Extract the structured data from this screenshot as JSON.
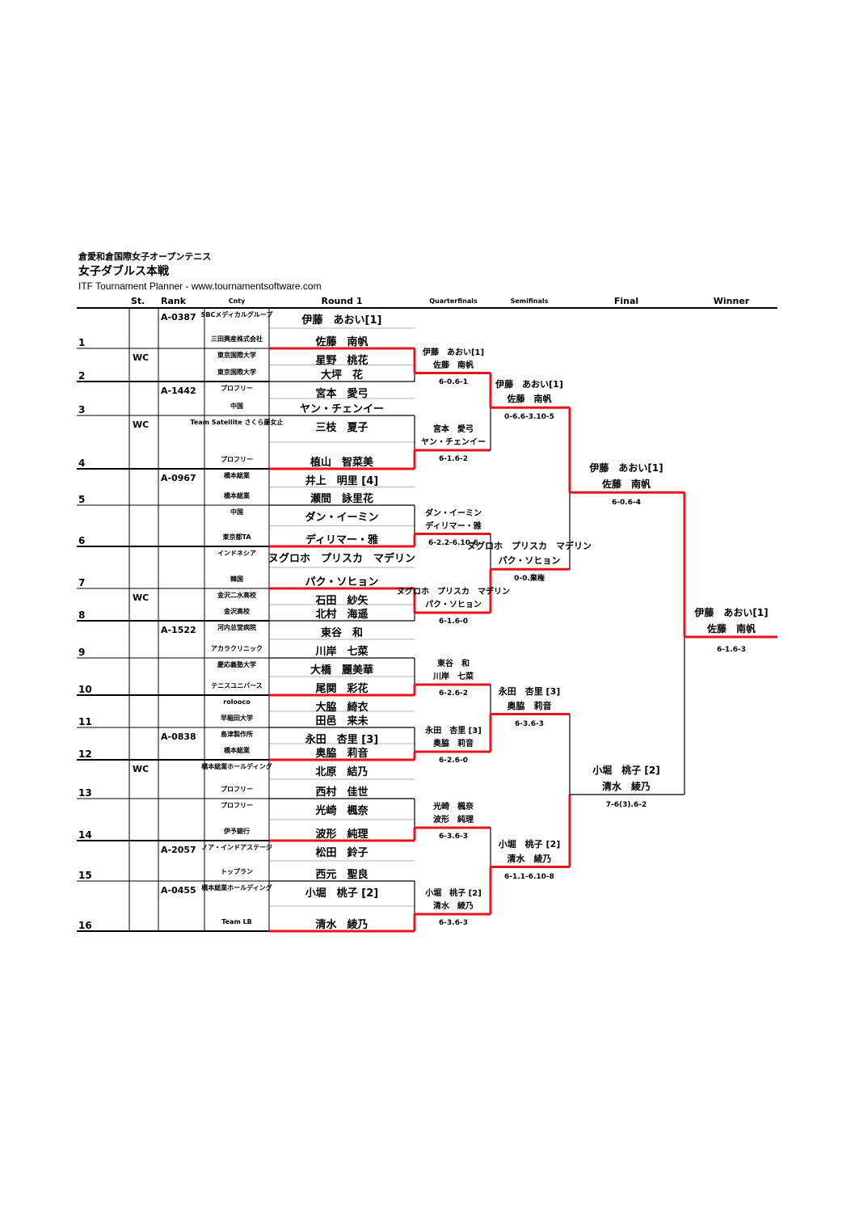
{
  "title_line1": "倉愛和倉国際女子オープンテニス",
  "title_line2": "女子ダブルス本戦",
  "title_line3": "ITF Tournament Planner - www.tournamentsoftware.com",
  "headers": {
    "st": "St.",
    "rank": "Rank",
    "cnty": "Cnty",
    "round1": "Round 1",
    "qf": "Quarterfinals",
    "sf": "Semifinals",
    "final": "Final",
    "winner": "Winner"
  },
  "entries": [
    {
      "num": "1",
      "st": "",
      "rank": "A-0387",
      "club1": "SBCメディカルグループ",
      "club2": "三田興産株式会社",
      "p1": "伊藤　あおい[1]",
      "p2": "佐藤　南帆"
    },
    {
      "num": "2",
      "st": "WC",
      "rank": "",
      "club1": "東京国際大学",
      "club2": "東京国際大学",
      "p1": "星野　桃花",
      "p2": "大坪　花"
    },
    {
      "num": "3",
      "st": "",
      "rank": "A-1442",
      "club1": "プロフリー",
      "club2": "中国",
      "p1": "宮本　愛弓",
      "p2": "ヤン・チェンイー"
    },
    {
      "num": "4",
      "st": "WC",
      "rank": "",
      "club1": "Team Satellite さくら藤女止",
      "club2": "プロフリー",
      "p1": "三枝　夏子",
      "p2": "植山　智菜美"
    },
    {
      "num": "5",
      "st": "",
      "rank": "A-0967",
      "club1": "橋本総業",
      "club2": "橋本総業",
      "p1": "井上　明里 [4]",
      "p2": "瀬間　詠里花"
    },
    {
      "num": "6",
      "st": "",
      "rank": "",
      "club1": "中国",
      "club2": "東京都TA",
      "p1": "ダン・イーミン",
      "p2": "ディリマー・雅"
    },
    {
      "num": "7",
      "st": "",
      "rank": "",
      "club1": "インドネシア",
      "club2": "韓国",
      "p1": "ヌグロホ　プリスカ　マデリン",
      "p2": "パク・ソヒョン"
    },
    {
      "num": "8",
      "st": "WC",
      "rank": "",
      "club1": "金沢二水高校",
      "club2": "金沢高校",
      "p1": "石田　紗矢",
      "p2": "北村　海遥"
    },
    {
      "num": "9",
      "st": "",
      "rank": "A-1522",
      "club1": "河内总堂病院",
      "club2": "アカラクリニック",
      "p1": "東谷　和",
      "p2": "川岸　七菜"
    },
    {
      "num": "10",
      "st": "",
      "rank": "",
      "club1": "慶応義塾大学",
      "club2": "テニスユニバース",
      "p1": "大橋　麗美華",
      "p2": "尾関　彩花"
    },
    {
      "num": "11",
      "st": "",
      "rank": "",
      "club1": "rolooco",
      "club2": "早稲田大学",
      "p1": "大脇　綺衣",
      "p2": "田邑　来未"
    },
    {
      "num": "12",
      "st": "",
      "rank": "A-0838",
      "club1": "島津製作所",
      "club2": "橋本総業",
      "p1": "永田　杏里 [3]",
      "p2": "奥脇　莉音"
    },
    {
      "num": "13",
      "st": "WC",
      "rank": "",
      "club1": "橋本総業ホールディング",
      "club2": "プロフリー",
      "p1": "北原　結乃",
      "p2": "西村　佳世"
    },
    {
      "num": "14",
      "st": "",
      "rank": "",
      "club1": "プロフリー",
      "club2": "伊予銀行",
      "p1": "光崎　楓奈",
      "p2": "波形　純理"
    },
    {
      "num": "15",
      "st": "",
      "rank": "A-2057",
      "club1": "ノア・インドアステージ",
      "club2": "トップラン",
      "p1": "松田　鈴子",
      "p2": "西元　聖良"
    },
    {
      "num": "16",
      "st": "",
      "rank": "A-0455",
      "club1": "橋本総業ホールディング",
      "club2": "Team LB",
      "p1": "小堀　桃子 [2]",
      "p2": "清水　綾乃"
    }
  ],
  "qf": [
    {
      "p1": "伊藤　あおい[1]",
      "p2": "佐藤　南帆",
      "score": "6-0.6-1"
    },
    {
      "p1": "宮本　愛弓",
      "p2": "ヤン・チェンイー",
      "score": "6-1.6-2"
    },
    {
      "p1": "ダン・イーミン",
      "p2": "ディリマー・雅",
      "score": "6-2.2-6.10-6"
    },
    {
      "p1": "ヌグロホ　プリスカ　マデリン",
      "p2": "パク・ソヒョン",
      "score": "6-1.6-0"
    },
    {
      "p1": "東谷　和",
      "p2": "川岸　七菜",
      "score": "6-2.6-2"
    },
    {
      "p1": "永田　杏里 [3]",
      "p2": "奥脇　莉音",
      "score": "6-2.6-0"
    },
    {
      "p1": "光崎　楓奈",
      "p2": "波形　純理",
      "score": "6-3.6-3"
    },
    {
      "p1": "小堀　桃子 [2]",
      "p2": "清水　綾乃",
      "score": "6-3.6-3"
    }
  ],
  "sf": [
    {
      "p1": "伊藤　あおい[1]",
      "p2": "佐藤　南帆",
      "score": "0-6.6-3.10-5"
    },
    {
      "p1": "ヌグロホ　プリスカ　マデリン",
      "p2": "パク・ソヒョン",
      "score": "0-0.棄権"
    },
    {
      "p1": "永田　杏里 [3]",
      "p2": "奥脇　莉音",
      "score": "6-3.6-3"
    },
    {
      "p1": "小堀　桃子 [2]",
      "p2": "清水　綾乃",
      "score": "6-1.1-6.10-8"
    }
  ],
  "final": [
    {
      "p1": "伊藤　あおい[1]",
      "p2": "佐藤　南帆",
      "score": "6-0.6-4"
    },
    {
      "p1": "小堀　桃子 [2]",
      "p2": "清水　綾乃",
      "score": "7-6(3).6-2"
    }
  ],
  "winner": {
    "p1": "伊藤　あおい[1]",
    "p2": "佐藤　南帆",
    "score": "6-1.6-3"
  },
  "colors": {
    "win_line": "#e8141b",
    "line": "#000000"
  }
}
